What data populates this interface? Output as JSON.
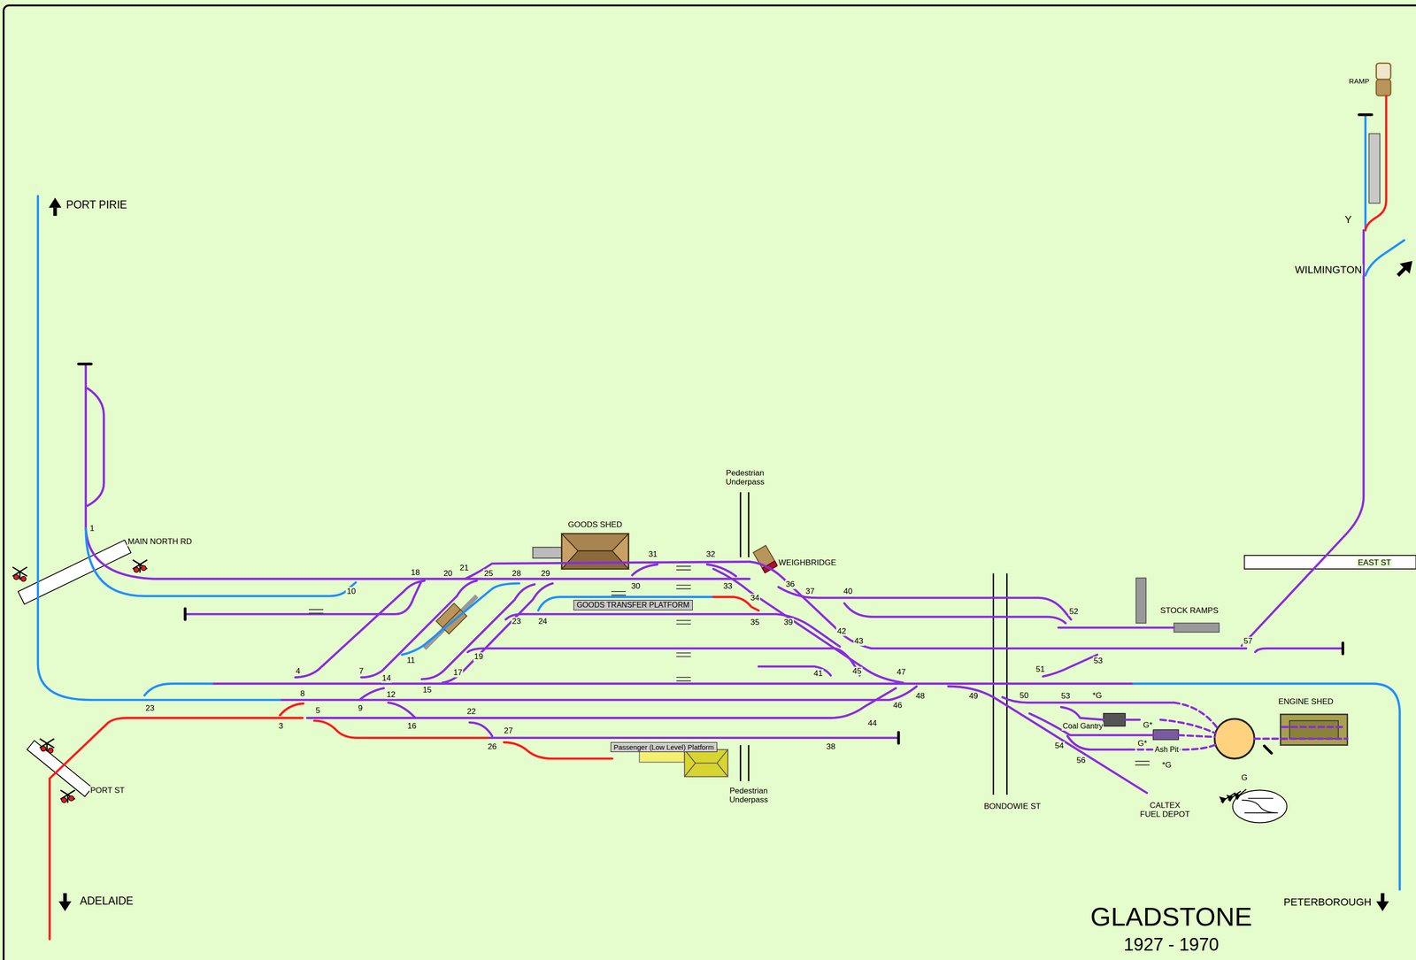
{
  "diagram": {
    "title": "GLADSTONE",
    "caption": "1927 - 1970",
    "nodes": [
      {
        "text": [
          "GOODS TRANSFER PLATFORM"
        ]
      },
      {
        "text": [
          "Passenger (Low Level) Platform"
        ]
      }
    ],
    "labels": [
      "PORT PIRIE",
      "MAIN NORTH RD",
      "1",
      "10",
      "18",
      "20",
      "21",
      "25",
      "28",
      "29",
      "GOODS SHED",
      "31",
      "32",
      "Pedestrian Underpass",
      "WEIGHBRIDGE",
      "30",
      "33",
      "34",
      "36",
      "37",
      "40",
      "23",
      "24",
      "35",
      "39",
      "42",
      "43",
      "11",
      "4",
      "7",
      "14",
      "19",
      "17",
      "15",
      "41",
      "45",
      "47",
      "8",
      "12",
      "9",
      "23",
      "3",
      "5",
      "16",
      "22",
      "27",
      "26",
      "38",
      "44",
      "46",
      "48",
      "49",
      "50",
      "51",
      "53",
      "52",
      "STOCK RAMPS",
      "57",
      "EAST ST",
      "WILMINGTON",
      "Y",
      "RAMP",
      "53",
      "*G",
      "Coal Gantry",
      "G*",
      "ENGINE SHED",
      "G*",
      "Ash Pit",
      "54",
      "56",
      "*G",
      "G",
      "CALTEX FUEL DEPOT",
      "BONDOWIE ST",
      "Pedestrian Underpass",
      "PORT ST",
      "ADELAIDE",
      "PETERBOROUGH"
    ]
  }
}
